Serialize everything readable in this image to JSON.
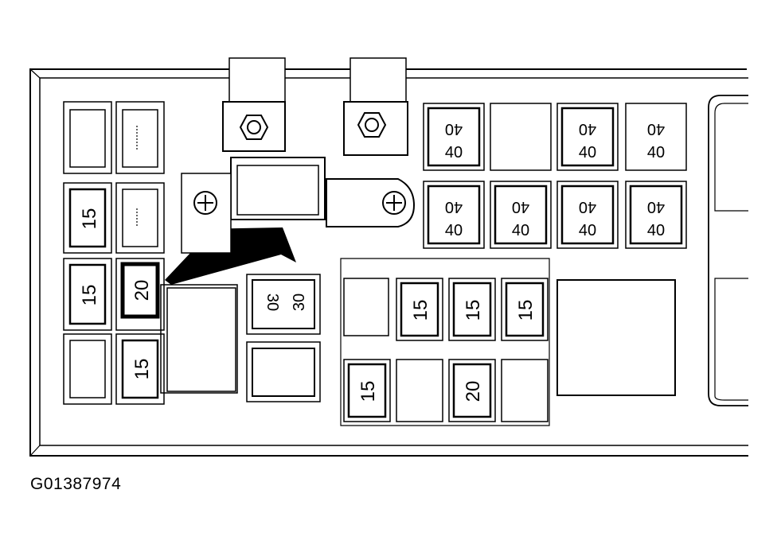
{
  "figure_id": "G01387974",
  "fuses": {
    "left_column": [
      "15",
      "15"
    ],
    "mid_column": [
      "20",
      "15"
    ],
    "relay_30": [
      "30",
      "30"
    ],
    "center_row_top": [
      "15",
      "15",
      "15"
    ],
    "center_row_bottom": [
      "15",
      "20"
    ],
    "maxi_top": [
      [
        "40",
        "40"
      ],
      [
        "40",
        "40"
      ],
      [
        "40",
        "40"
      ]
    ],
    "maxi_bottom": [
      [
        "40",
        "40"
      ],
      [
        "40",
        "40"
      ],
      [
        "40",
        "40"
      ],
      [
        "40",
        "40"
      ]
    ]
  },
  "colors": {
    "line": "#000000",
    "background": "#ffffff"
  }
}
